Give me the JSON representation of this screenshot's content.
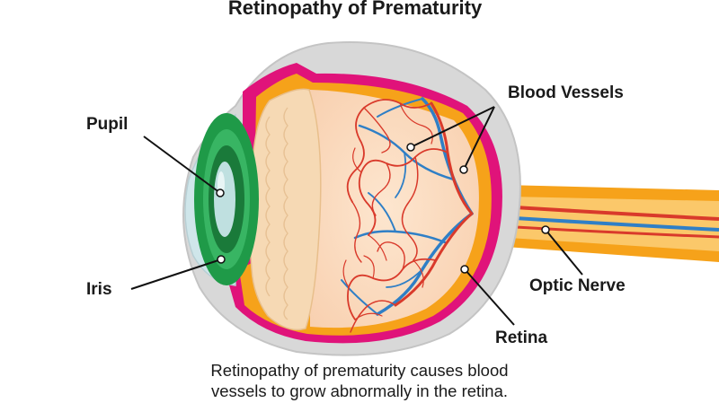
{
  "title": "Retinopathy of Prematurity",
  "labels": {
    "pupil": "Pupil",
    "iris": "Iris",
    "blood_vessels": "Blood Vessels",
    "optic_nerve": "Optic Nerve",
    "retina": "Retina"
  },
  "caption": {
    "line1": "Retinopathy of prematurity causes blood",
    "line2": "vessels to grow abnormally in the retina."
  },
  "colors": {
    "sclera": "#d3d3d3",
    "choroid": "#e0137a",
    "retina": "#f6a21a",
    "vitreous": "#fcdcc0",
    "lens": "#f6d9b4",
    "iris": "#1f9a48",
    "pupil_lens": "#bfe0e0",
    "artery": "#d93a2b",
    "vein": "#2f7fc6"
  }
}
